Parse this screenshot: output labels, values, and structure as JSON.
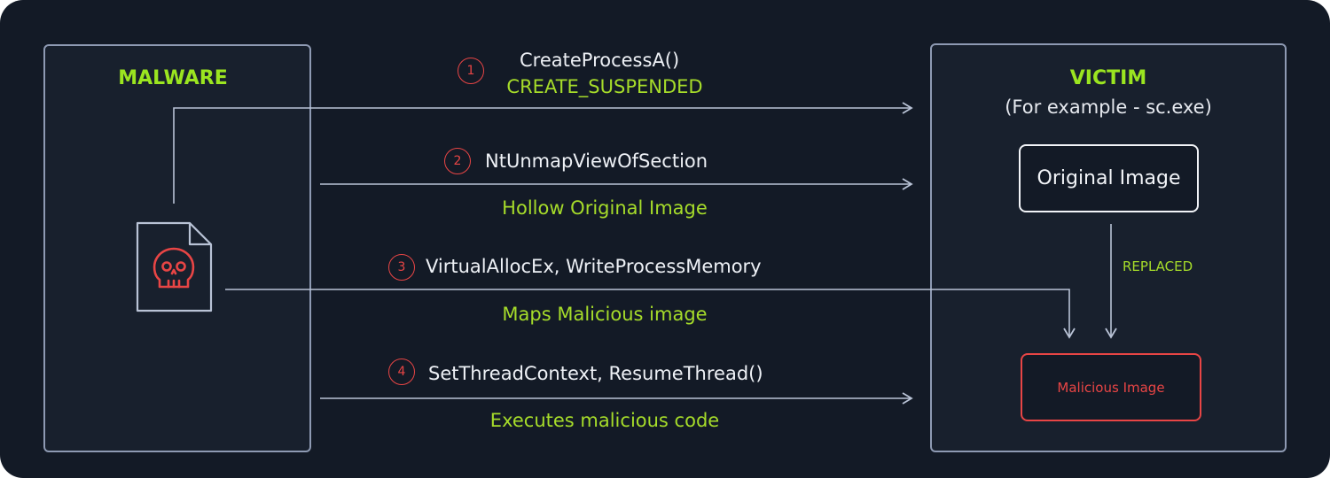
{
  "malware": {
    "title": "MALWARE",
    "file_icon": "skull-file-icon"
  },
  "victim": {
    "title": "VICTIM",
    "subtitle": "(For example - sc.exe)",
    "original_image": "Original Image",
    "malicious_image": "Malicious Image",
    "replaced_label": "REPLACED"
  },
  "steps": [
    {
      "number": "1",
      "api": "CreateProcessA()",
      "description": "CREATE_SUSPENDED"
    },
    {
      "number": "2",
      "api": "NtUnmapViewOfSection",
      "description": "Hollow Original Image"
    },
    {
      "number": "3",
      "api": "VirtualAllocEx, WriteProcessMemory",
      "description": "Maps Malicious image"
    },
    {
      "number": "4",
      "api": "SetThreadContext, ResumeThread()",
      "description": "Executes malicious code"
    }
  ],
  "colors": {
    "background": "#131a26",
    "panel_border": "#8e9ab3",
    "accent_green": "#9be520",
    "alert_red": "#e84545",
    "text_white": "#eef1f6"
  }
}
